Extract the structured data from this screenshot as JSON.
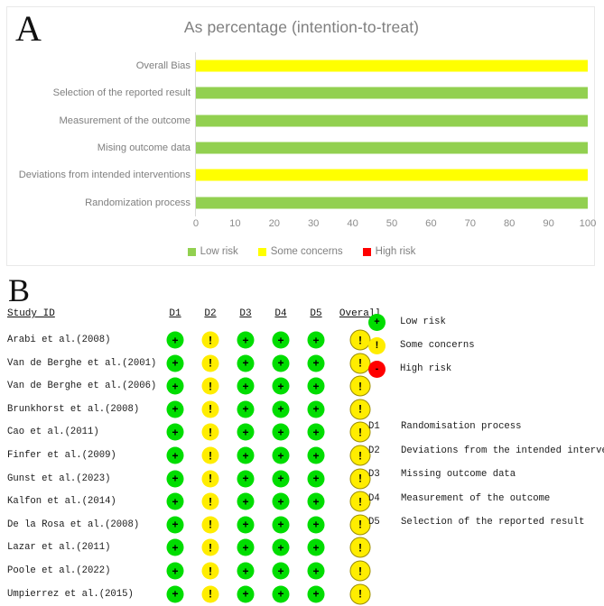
{
  "panel_a": {
    "letter": "A",
    "title": "As percentage (intention-to-treat)",
    "legend": [
      {
        "label": "Low risk",
        "color": "#92d050",
        "key": "low"
      },
      {
        "label": "Some concerns",
        "color": "#ffff00",
        "key": "some"
      },
      {
        "label": "High risk",
        "color": "#ff0000",
        "key": "high"
      }
    ],
    "x_ticks": [
      "0",
      "10",
      "20",
      "30",
      "40",
      "50",
      "60",
      "70",
      "80",
      "90",
      "100"
    ]
  },
  "chart_data": {
    "type": "bar",
    "orientation": "horizontal",
    "title": "As percentage (intention-to-treat)",
    "xlabel": "",
    "ylabel": "",
    "xlim": [
      0,
      100
    ],
    "xticks": [
      0,
      10,
      20,
      30,
      40,
      50,
      60,
      70,
      80,
      90,
      100
    ],
    "grid": false,
    "legend_position": "bottom",
    "stacked": true,
    "categories": [
      "Randomization process",
      "Deviations from intended interventions",
      "Mising outcome data",
      "Measurement of the outcome",
      "Selection of the reported result",
      "Overall Bias"
    ],
    "series": [
      {
        "name": "Low risk",
        "color": "#92d050",
        "values": [
          100,
          0,
          100,
          100,
          100,
          0
        ]
      },
      {
        "name": "Some concerns",
        "color": "#ffff00",
        "values": [
          0,
          100,
          0,
          0,
          0,
          100
        ]
      },
      {
        "name": "High risk",
        "color": "#ff0000",
        "values": [
          0,
          0,
          0,
          0,
          0,
          0
        ]
      }
    ],
    "bars_top_to_bottom": [
      {
        "category": "Overall Bias",
        "risk": "some",
        "value": 100
      },
      {
        "category": "Selection of the reported result",
        "risk": "low",
        "value": 100
      },
      {
        "category": "Measurement of the outcome",
        "risk": "low",
        "value": 100
      },
      {
        "category": "Mising outcome data",
        "risk": "low",
        "value": 100
      },
      {
        "category": "Deviations from intended interventions",
        "risk": "some",
        "value": 100
      },
      {
        "category": "Randomization process",
        "risk": "low",
        "value": 100
      }
    ]
  },
  "panel_b": {
    "letter": "B",
    "study_header": "Study ID",
    "columns": [
      "D1",
      "D2",
      "D3",
      "D4",
      "D5",
      "Overall"
    ],
    "rows": [
      {
        "study": "Arabi et al.(2008)",
        "judgements": [
          "low",
          "some",
          "low",
          "low",
          "low",
          "some"
        ]
      },
      {
        "study": "Van de Berghe et al.(2001)",
        "judgements": [
          "low",
          "some",
          "low",
          "low",
          "low",
          "some"
        ]
      },
      {
        "study": "Van de Berghe et al.(2006)",
        "judgements": [
          "low",
          "some",
          "low",
          "low",
          "low",
          "some"
        ]
      },
      {
        "study": "Brunkhorst et al.(2008)",
        "judgements": [
          "low",
          "some",
          "low",
          "low",
          "low",
          "some"
        ]
      },
      {
        "study": "Cao et al.(2011)",
        "judgements": [
          "low",
          "some",
          "low",
          "low",
          "low",
          "some"
        ]
      },
      {
        "study": "Finfer et al.(2009)",
        "judgements": [
          "low",
          "some",
          "low",
          "low",
          "low",
          "some"
        ]
      },
      {
        "study": "Gunst et al.(2023)",
        "judgements": [
          "low",
          "some",
          "low",
          "low",
          "low",
          "some"
        ]
      },
      {
        "study": "Kalfon et al.(2014)",
        "judgements": [
          "low",
          "some",
          "low",
          "low",
          "low",
          "some"
        ]
      },
      {
        "study": "De la Rosa et al.(2008)",
        "judgements": [
          "low",
          "some",
          "low",
          "low",
          "low",
          "some"
        ]
      },
      {
        "study": "Lazar et al.(2011)",
        "judgements": [
          "low",
          "some",
          "low",
          "low",
          "low",
          "some"
        ]
      },
      {
        "study": "Poole et al.(2022)",
        "judgements": [
          "low",
          "some",
          "low",
          "low",
          "low",
          "some"
        ]
      },
      {
        "study": "Umpierrez et al.(2015)",
        "judgements": [
          "low",
          "some",
          "low",
          "low",
          "low",
          "some"
        ]
      }
    ],
    "judgement_legend": [
      {
        "key": "low",
        "glyph": "+",
        "label": "Low risk",
        "color": "#00dd00"
      },
      {
        "key": "some",
        "glyph": "!",
        "label": "Some concerns",
        "color": "#ffed00"
      },
      {
        "key": "high",
        "glyph": "-",
        "label": "High risk",
        "color": "#ff0000"
      }
    ],
    "domain_legend": [
      {
        "key": "D1",
        "desc": "Randomisation process"
      },
      {
        "key": "D2",
        "desc": "Deviations from the intended interventions"
      },
      {
        "key": "D3",
        "desc": "Missing outcome data"
      },
      {
        "key": "D4",
        "desc": "Measurement of the outcome"
      },
      {
        "key": "D5",
        "desc": "Selection of the reported result"
      }
    ]
  }
}
